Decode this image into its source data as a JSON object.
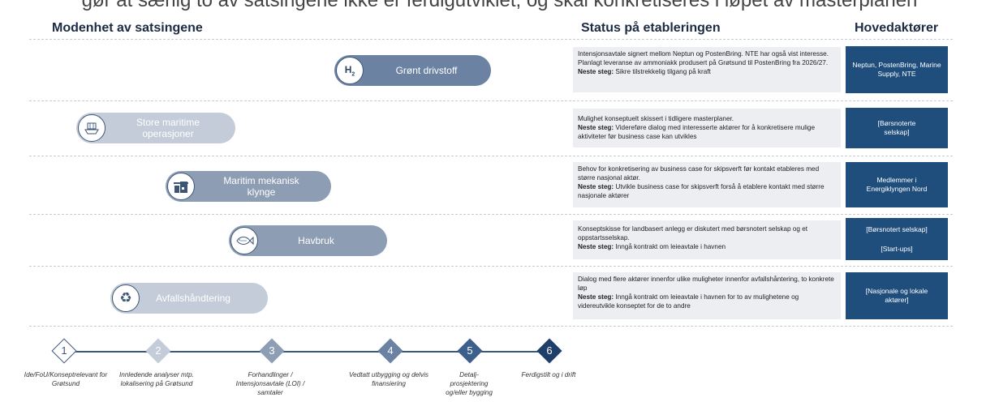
{
  "title_partial": "gør at særlig to av satsingene ikke er ferdigutviklet, og skal konkretiseres i løpet av masterplanen",
  "headings": {
    "maturity": "Modenhet av satsingene",
    "status": "Status på etableringen",
    "actors": "Hovedaktører"
  },
  "initiatives": [
    {
      "label": "Grønt drivstoff",
      "icon": "h2-icon",
      "stage": 4,
      "status": "Intensjonsavtale signert mellom Neptun og PostenBring. NTE har også vist interesse. Planlagt leveranse av ammoniakk produsert på Grøtsund til PostenBring fra 2026/27.",
      "next_label": "Neste steg:",
      "next": "Sikre tilstrekkelig tilgang på kraft",
      "actors": [
        "Neptun, PostenBring, Marine Supply, NTE"
      ]
    },
    {
      "label": "Store maritime operasjoner",
      "icon": "ship-icon",
      "stage": 1,
      "status": "Mulighet konseptuelt skissert i tidligere masterplaner.",
      "next_label": "Neste steg:",
      "next": "Videreføre dialog med interesserte aktører for å konkretisere mulige aktiviteter før business case kan utvikles",
      "actors": [
        "[Børsnoterte selskap]"
      ]
    },
    {
      "label": "Maritim mekanisk klynge",
      "icon": "crane-icon",
      "stage": 3,
      "status": "Behov for konkretisering av business case for skipsverft før kontakt etableres med større nasjonal aktør.",
      "next_label": "Neste steg:",
      "next": "Utvikle business case for skipsverft forså å etablere kontakt med større nasjonale aktører",
      "actors": [
        "Medlemmer i Energiklyngen Nord"
      ]
    },
    {
      "label": "Havbruk",
      "icon": "fish-icon",
      "stage": 3,
      "status": "Konseptskisse for landbasert anlegg er diskutert med børsnotert selskap og et oppstartsselskap.",
      "next_label": "Neste steg:",
      "next": "Inngå kontrakt om leieavtale i havnen",
      "actors": [
        "[Børsnotert selskap]",
        "[Start-ups]"
      ]
    },
    {
      "label": "Avfallshåndtering",
      "icon": "recycle-icon",
      "stage": 2,
      "status": "Dialog med flere aktører innenfor ulike muligheter innenfor avfallshåntering, to konkrete løp",
      "next_label": "Neste steg:",
      "next": "Inngå kontrakt om leieavtale i havnen for to av mulighetene og videreutvikle konseptet for de to andre",
      "actors": [
        "[Nasjonale og lokale aktører]"
      ]
    }
  ],
  "stages": [
    {
      "num": "1",
      "label": "Ide/FoU/Konseptrelevant for Grøtsund",
      "color": "#ffffff"
    },
    {
      "num": "2",
      "label": "Innledende analyser mtp. lokalisering på Grøtsund",
      "color": "#c3ccd8"
    },
    {
      "num": "3",
      "label": "Forhandlinger / Intensjonsavtale (LOI) / samtaler",
      "color": "#8d9db4"
    },
    {
      "num": "4",
      "label": "Vedtatt utbygging og delvis finansiering",
      "color": "#6b82a3"
    },
    {
      "num": "5",
      "label": "Detalj-prosjektering og/eller bygging",
      "color": "#3d5f8c"
    },
    {
      "num": "6",
      "label": "Ferdigstilt og i drift",
      "color": "#1f3f6a"
    }
  ]
}
